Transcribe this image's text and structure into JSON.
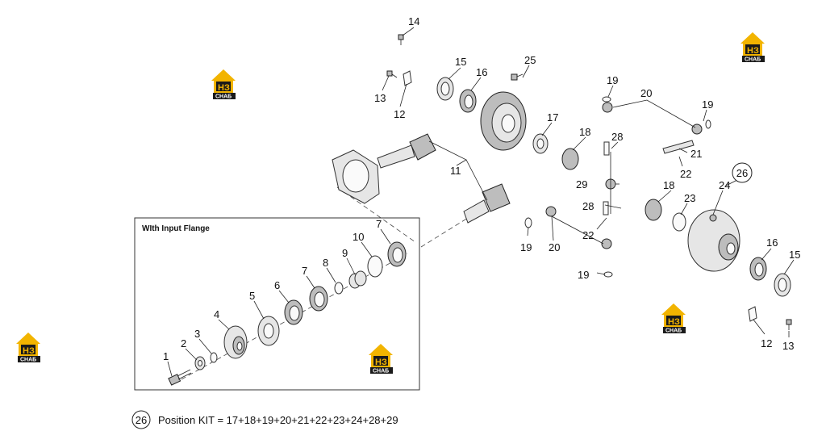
{
  "inset": {
    "title": "WIth Input Flange"
  },
  "callouts": [
    {
      "id": "c1",
      "text": "1"
    },
    {
      "id": "c2",
      "text": "2"
    },
    {
      "id": "c3",
      "text": "3"
    },
    {
      "id": "c4",
      "text": "4"
    },
    {
      "id": "c5",
      "text": "5"
    },
    {
      "id": "c6",
      "text": "6"
    },
    {
      "id": "c7a",
      "text": "7"
    },
    {
      "id": "c7b",
      "text": "7"
    },
    {
      "id": "c8",
      "text": "8"
    },
    {
      "id": "c9",
      "text": "9"
    },
    {
      "id": "c10",
      "text": "10"
    },
    {
      "id": "c11",
      "text": "11"
    },
    {
      "id": "c12a",
      "text": "12"
    },
    {
      "id": "c12b",
      "text": "12"
    },
    {
      "id": "c13a",
      "text": "13"
    },
    {
      "id": "c13b",
      "text": "13"
    },
    {
      "id": "c14",
      "text": "14"
    },
    {
      "id": "c15a",
      "text": "15"
    },
    {
      "id": "c15b",
      "text": "15"
    },
    {
      "id": "c16a",
      "text": "16"
    },
    {
      "id": "c16b",
      "text": "16"
    },
    {
      "id": "c17",
      "text": "17"
    },
    {
      "id": "c18a",
      "text": "18"
    },
    {
      "id": "c18b",
      "text": "18"
    },
    {
      "id": "c19a",
      "text": "19"
    },
    {
      "id": "c19b",
      "text": "19"
    },
    {
      "id": "c19c",
      "text": "19"
    },
    {
      "id": "c19d",
      "text": "19"
    },
    {
      "id": "c20a",
      "text": "20"
    },
    {
      "id": "c20b",
      "text": "20"
    },
    {
      "id": "c21",
      "text": "21"
    },
    {
      "id": "c22a",
      "text": "22"
    },
    {
      "id": "c22b",
      "text": "22"
    },
    {
      "id": "c23",
      "text": "23"
    },
    {
      "id": "c24",
      "text": "24"
    },
    {
      "id": "c25",
      "text": "25"
    },
    {
      "id": "c26",
      "text": "26"
    },
    {
      "id": "c28a",
      "text": "28"
    },
    {
      "id": "c28b",
      "text": "28"
    },
    {
      "id": "c29",
      "text": "29"
    }
  ],
  "kit": {
    "number": "26",
    "text": "Position KIT = 17+18+19+20+21+22+23+24+28+29"
  },
  "watermark": {
    "mark": "НЗ",
    "sub": "СНАБ"
  },
  "colors": {
    "logo_yellow": "#f2b400",
    "logo_black": "#1a1a1a"
  }
}
